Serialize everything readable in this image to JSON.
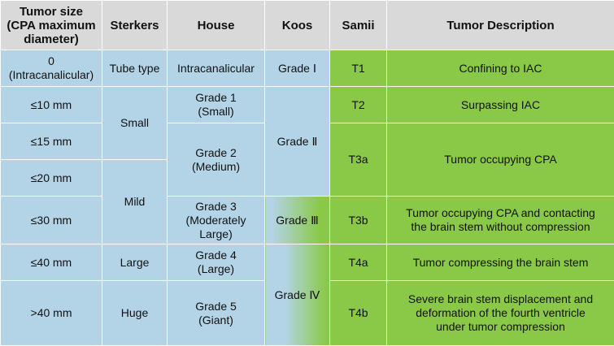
{
  "headers": [
    "Tumor size\n(CPA maximum\ndiameter)",
    "Sterkers",
    "House",
    "Koos",
    "Samii",
    "Tumor Description"
  ],
  "cells": {
    "size_0": "0\n(Intracanalicular)",
    "size_10": "≤10 mm",
    "size_15": "≤15 mm",
    "size_20": "≤20 mm",
    "size_30": "≤30 mm",
    "size_40": "≤40 mm",
    "size_gt40": ">40 mm",
    "sterkers_tube": "Tube type",
    "sterkers_small": "Small",
    "sterkers_mild": "Mild",
    "sterkers_large": "Large",
    "sterkers_huge": "Huge",
    "house_intra": "Intracanalicular",
    "house_g1": "Grade 1\n(Small)",
    "house_g2": "Grade 2\n(Medium)",
    "house_g3": "Grade 3\n(Moderately\nLarge)",
    "house_g4": "Grade 4\n(Large)",
    "house_g5": "Grade 5\n(Giant)",
    "koos_1": "Grade Ⅰ",
    "koos_2": "Grade Ⅱ",
    "koos_3": "Grade Ⅲ",
    "koos_4": "Grade Ⅳ",
    "samii_t1": "T1",
    "samii_t2": "T2",
    "samii_t3a": "T3a",
    "samii_t3b": "T3b",
    "samii_t4a": "T4a",
    "samii_t4b": "T4b",
    "desc_t1": "Confining to IAC",
    "desc_t2": "Surpassing IAC",
    "desc_t3a": "Tumor occupying CPA",
    "desc_t3b": "Tumor occupying CPA and contacting\nthe brain stem without compression",
    "desc_t4a": "Tumor compressing the brain stem",
    "desc_t4b": "Severe brain stem displacement and\ndeformation of the fourth ventricle\nunder tumor compression"
  },
  "colors": {
    "header_bg": "#d9d9d9",
    "blue_bg": "#b3d4e6",
    "green_bg": "#8ac947"
  }
}
